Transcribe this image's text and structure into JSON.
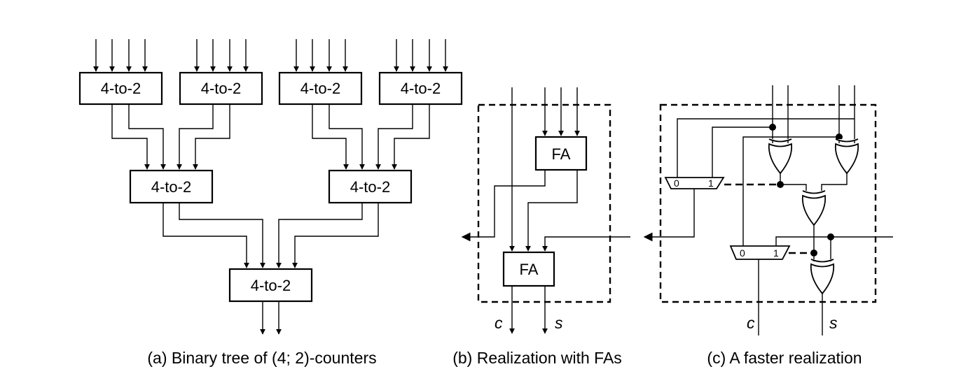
{
  "panels": {
    "a": {
      "caption": "(a) Binary tree of (4; 2)-counters",
      "block_label": "4-to-2"
    },
    "b": {
      "caption": "(b) Realization with FAs",
      "fa_label": "FA",
      "out_c": "c",
      "out_s": "s"
    },
    "c": {
      "caption": "(c) A faster realization",
      "mux_pin0": "0",
      "mux_pin1": "1",
      "out_c": "c",
      "out_s": "s"
    }
  }
}
